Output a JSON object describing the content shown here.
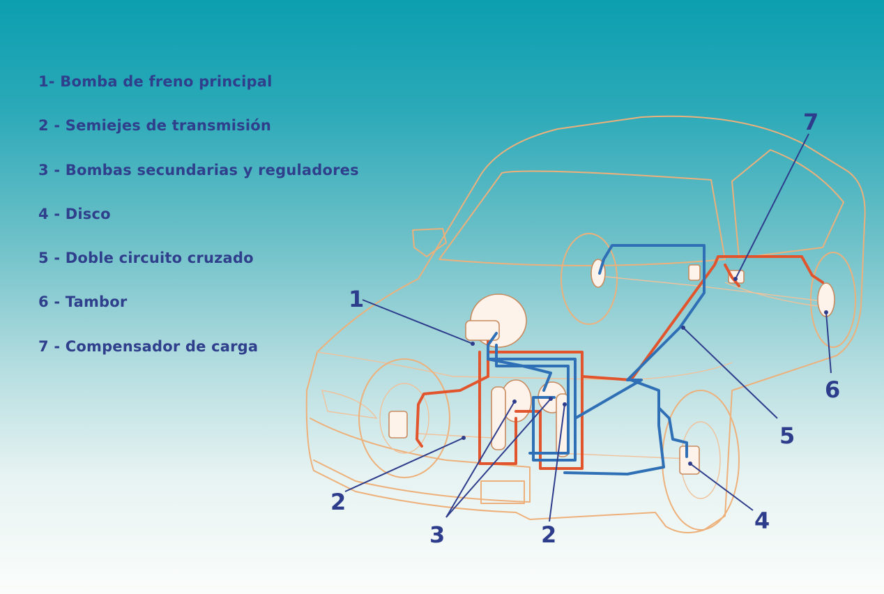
{
  "legend": [
    "1- Bomba de freno principal",
    "2 - Semiejes de transmisión",
    "3 - Bombas secundarias y reguladores",
    "4 - Disco",
    "5 - Doble circuito cruzado",
    "6 - Tambor",
    "7 - Compensador de carga"
  ],
  "callouts": {
    "c1": "1",
    "c2a": "2",
    "c2b": "2",
    "c3": "3",
    "c4": "4",
    "c5": "5",
    "c6": "6",
    "c7": "7"
  },
  "colors": {
    "text": "#2f3f8c",
    "red_circuit": "#e1542c",
    "blue_circuit": "#2f6fb5",
    "car_outline": "#eeb07a"
  }
}
